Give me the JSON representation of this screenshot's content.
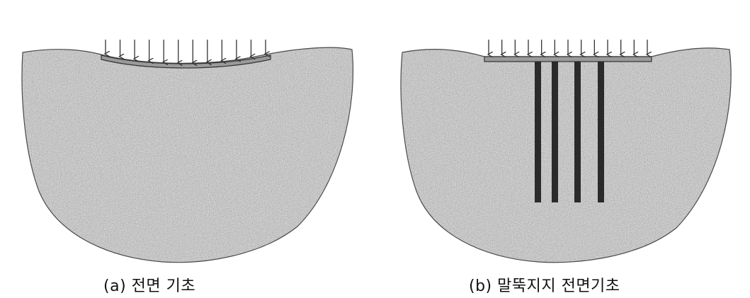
{
  "figure": {
    "panels": [
      {
        "id": "a",
        "caption": "(a) 전면 기초",
        "foundation": "raft",
        "load_arrow_count": 12,
        "pile_count": 0,
        "settled": true
      },
      {
        "id": "b",
        "caption": "(b) 말뚝지지 전면기초",
        "foundation": "piled-raft",
        "load_arrow_count": 13,
        "pile_count": 4,
        "settled": false
      }
    ],
    "colors": {
      "soil": "#7a7a7a",
      "soil_dark": "#3c3c3c",
      "soil_light": "#b4b4b4",
      "pile": "#2a2a2a",
      "raft": "#9a9a9a",
      "arrow": "#333333"
    }
  }
}
